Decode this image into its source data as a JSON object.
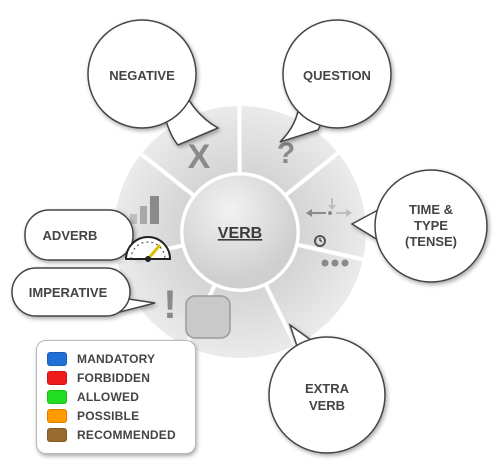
{
  "center": {
    "label": "VERB"
  },
  "callouts": {
    "negative": "NEGATIVE",
    "question": "QUESTION",
    "time_line1": "TIME &",
    "time_line2": "TYPE",
    "time_line3": "(TENSE)",
    "adverb": "ADVERB",
    "imperative": "IMPERATIVE",
    "extra_line1": "EXTRA",
    "extra_line2": "VERB"
  },
  "segments": {
    "negative_symbol": "X",
    "question_symbol": "?",
    "imperative_symbol": "!"
  },
  "legend": [
    {
      "label": "MANDATORY",
      "color": "#1f6fd6"
    },
    {
      "label": "FORBIDDEN",
      "color": "#f01c1c"
    },
    {
      "label": "ALLOWED",
      "color": "#22dd22"
    },
    {
      "label": "POSSIBLE",
      "color": "#ff9a00"
    },
    {
      "label": "RECOMMENDED",
      "color": "#9a6a2e"
    }
  ],
  "colors": {
    "segment_fill": "#e6e6e6",
    "segment_stroke": "#ffffff",
    "icon_gray": "#8a8a8a",
    "text_gray": "#444444",
    "gauge_needle": "#d9c000"
  }
}
